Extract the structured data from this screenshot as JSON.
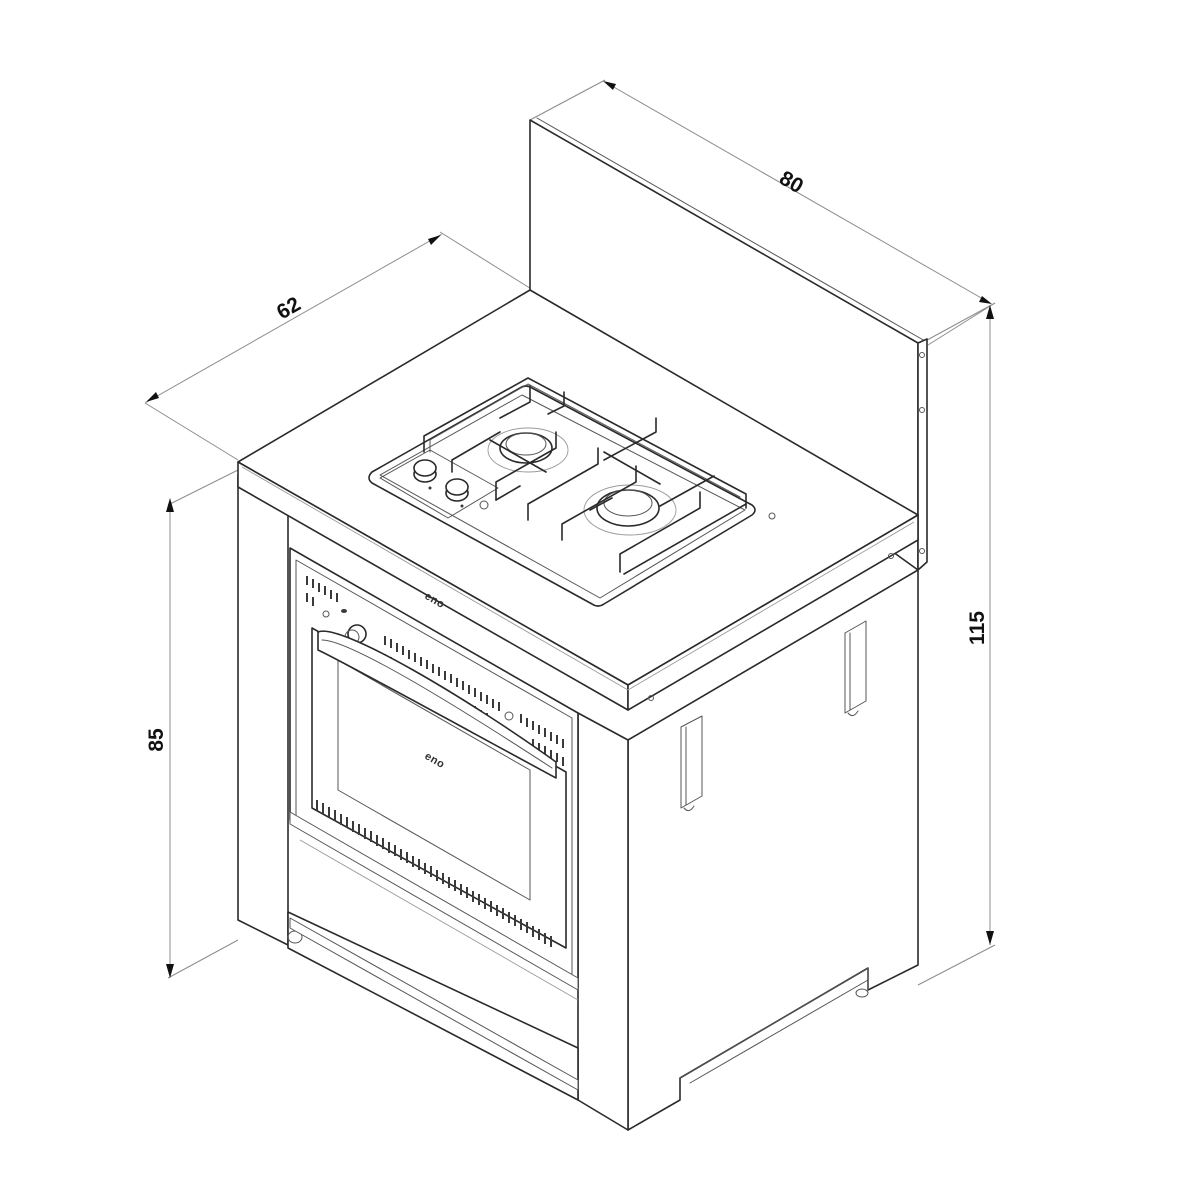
{
  "diagram": {
    "subject": "Outdoor kitchen module with 2-burner gas cooktop, oven and backsplash",
    "view": "isometric line drawing",
    "units": "cm"
  },
  "dimensions": {
    "width": {
      "label": "80",
      "value": 80,
      "axis": "width (along backsplash)"
    },
    "depth": {
      "label": "62",
      "value": 62,
      "axis": "depth"
    },
    "height_worktop": {
      "label": "85",
      "value": 85,
      "axis": "height to worktop"
    },
    "height_total": {
      "label": "115",
      "value": 115,
      "axis": "total height incl. backsplash"
    }
  },
  "components": {
    "cooktop": {
      "burners": 2,
      "knobs": 2
    },
    "oven": {
      "knobs": 1,
      "brand_label": "eno"
    },
    "front_panel": {
      "brand_label": "eno"
    },
    "side_handles": 2
  },
  "colors": {
    "line": "#2a2a2a",
    "dimension_line": "#8c8c8c",
    "background": "#ffffff"
  }
}
